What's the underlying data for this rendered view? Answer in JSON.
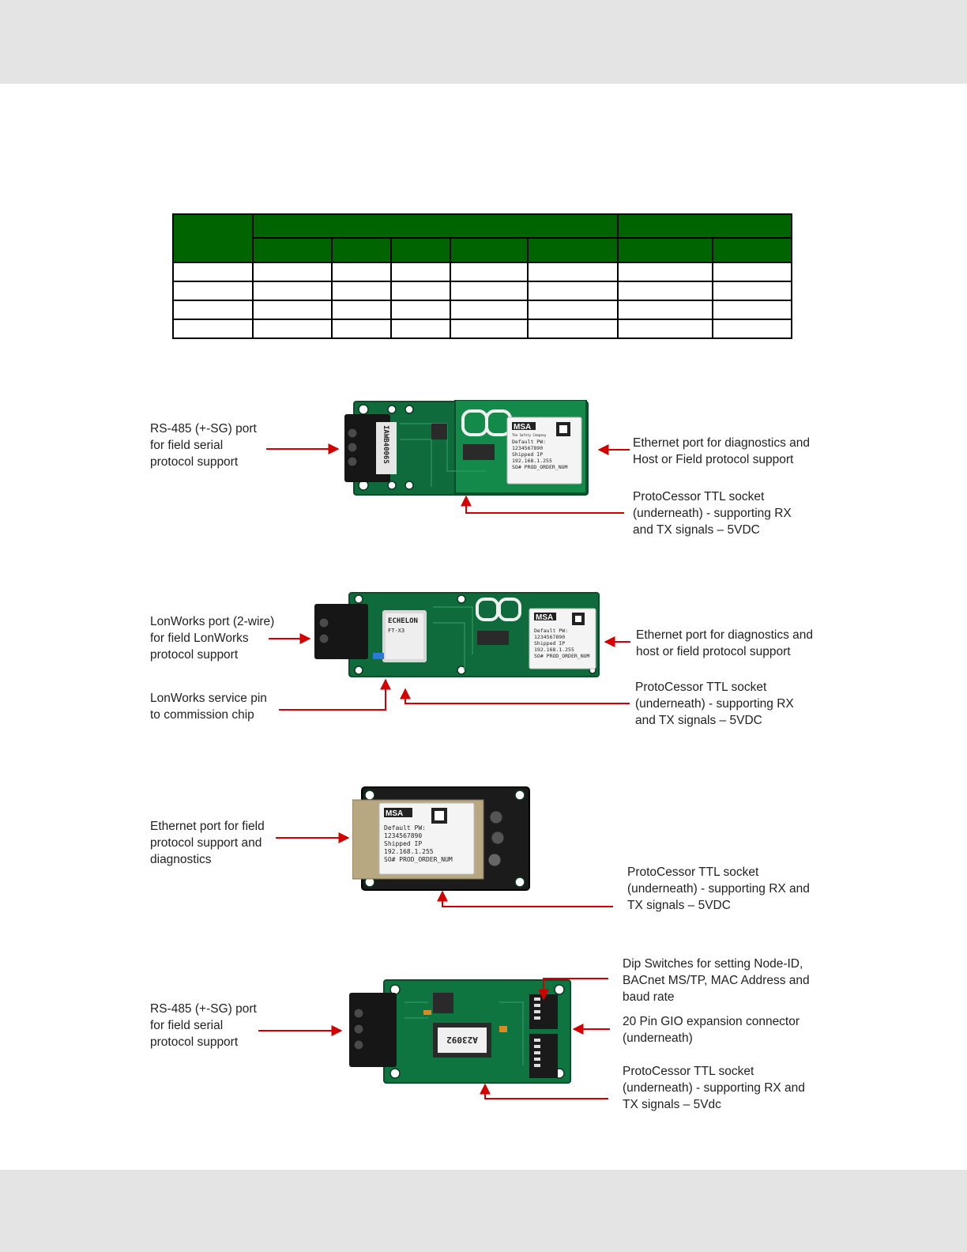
{
  "sticker": {
    "logo": "MSA",
    "tagline": "The Safety Company",
    "line1": "Default PW:",
    "line2": "1234567890",
    "line3": "Shipped IP",
    "line4": "192.168.1.255",
    "line5": "SO# PROD_ORDER_NUM"
  },
  "boards": {
    "b1": {
      "chip_label": "IAWB4006S",
      "left_label": "RS-485 (+-SG) port\nfor field serial\nprotocol support",
      "right_label": "Ethernet port for diagnostics and\nHost or Field protocol support",
      "bottom_label": "ProtoCessor TTL socket\n(underneath) - supporting RX\nand TX signals – 5VDC"
    },
    "b2": {
      "chip_label": "ECHELON",
      "chip_sub": "FT-X3",
      "left_label": "LonWorks port (2-wire)\nfor field LonWorks\nprotocol support",
      "service_label": "LonWorks service pin\nto commission chip",
      "right_label": "Ethernet port for diagnostics and\nhost or field protocol support",
      "bottom_label": "ProtoCessor TTL socket\n(underneath) - supporting RX\nand TX signals – 5VDC"
    },
    "b3": {
      "left_label": "Ethernet port for field\nprotocol support and\ndiagnostics",
      "bottom_label": "ProtoCessor TTL socket\n(underneath) - supporting RX and\nTX signals – 5VDC"
    },
    "b4": {
      "chip_label": "A23092",
      "left_label": "RS-485 (+-SG) port\nfor field serial\nprotocol support",
      "dip_label": "Dip Switches for setting Node-ID,\nBACnet MS/TP, MAC Address and\nbaud rate",
      "gio_label": "20 Pin GIO expansion connector\n(underneath)",
      "bottom_label": "ProtoCessor TTL socket\n(underneath) - supporting RX and\nTX signals – 5Vdc"
    }
  },
  "colors": {
    "table_header": "#006400",
    "arrow": "#d40000",
    "pcb_green": "#0f6b3c",
    "pcb_dark": "#1b1b1b"
  }
}
